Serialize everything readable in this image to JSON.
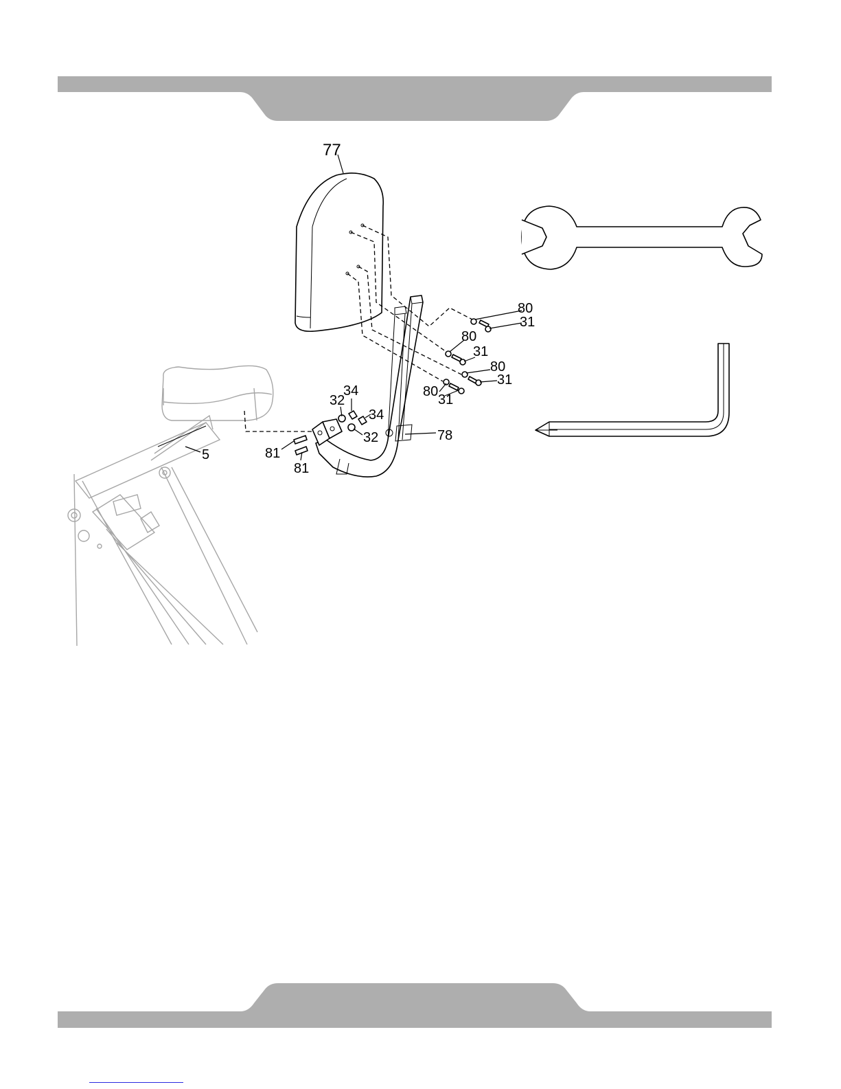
{
  "diagram": {
    "callouts": {
      "backrest": "77",
      "backrest_frame": "78",
      "seat_post": "5",
      "washer_top": "80",
      "bolt_top": "31",
      "washer_2": "80",
      "bolt_2": "31",
      "washer_3": "80",
      "bolt_3": "31",
      "washer_4": "80",
      "bolt_4": "31",
      "washer_left": "32",
      "nut_left": "34",
      "nut_right": "34",
      "washer_right": "32",
      "bracket_bolt_1": "81",
      "bracket_bolt_2": "81"
    },
    "tools": [
      "open-end-wrench",
      "allen-key"
    ]
  },
  "colors": {
    "header_band": "#aeaeae",
    "footer_band": "#aeaeae",
    "line": "#000000",
    "ghost_frame": "#a6a6a6"
  }
}
